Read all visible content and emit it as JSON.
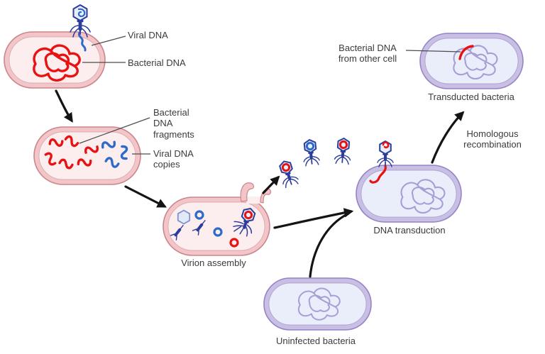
{
  "diagram": {
    "labels": {
      "viral_dna": "Viral DNA",
      "bacterial_dna": "Bacterial DNA",
      "bacterial_dna_fragments": "Bacterial\nDNA\nfragments",
      "viral_dna_copies": "Viral DNA\ncopies",
      "virion_assembly": "Virion assembly",
      "dna_transduction": "DNA transduction",
      "uninfected_bacteria": "Uninfected bacteria",
      "transducted_bacteria": "Transducted bacteria",
      "bacterial_dna_from_other_cell": "Bacterial DNA\nfrom other cell",
      "homologous_recombination": "Homologous\nrecombination"
    }
  },
  "colors": {
    "bacterial_dna_red": "#e81212",
    "viral_dna_blue": "#2e6bc8",
    "phage_dark_blue": "#2c3c9c",
    "phage_head_fill": "#e7edf9",
    "pink_membrane": "#f2c6c9",
    "pink_outline": "#cc858c",
    "pink_cytoplasm": "#fcedee",
    "purple_membrane": "#c9bfe2",
    "purple_outline": "#9483c8",
    "purple_cytoplasm": "#e9eefa",
    "purple_dna": "#a79ed6",
    "arrow_black": "#141414",
    "label_text": "#3b3b3b"
  }
}
